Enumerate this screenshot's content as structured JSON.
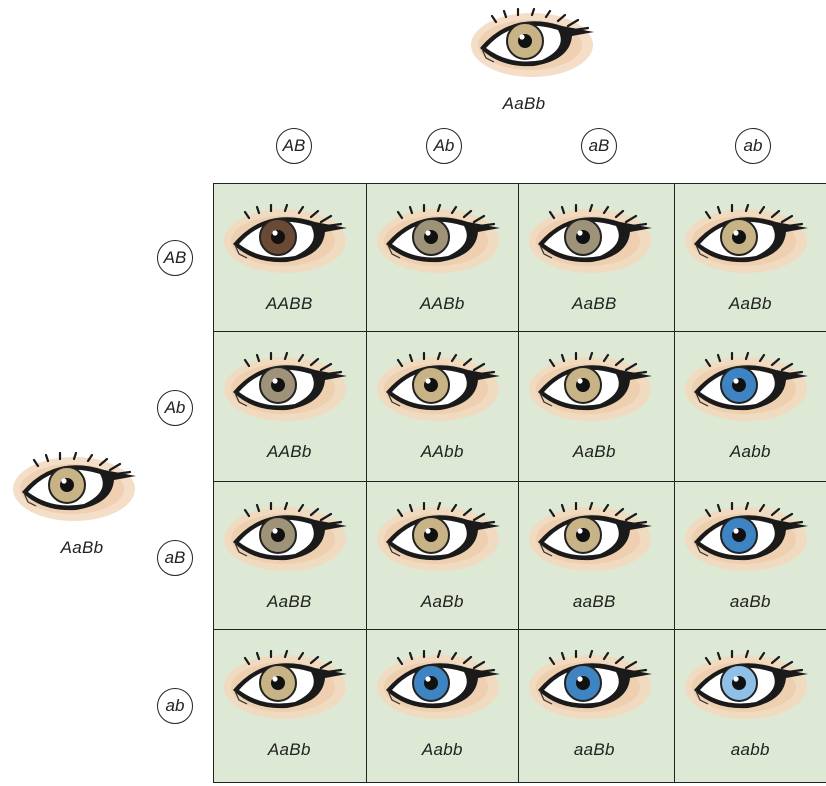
{
  "parents": {
    "top": {
      "genotype": "AaBb",
      "iris_color": "#c8b386"
    },
    "left": {
      "genotype": "AaBb",
      "iris_color": "#c8b386"
    }
  },
  "column_gametes": [
    "AB",
    "Ab",
    "aB",
    "ab"
  ],
  "row_gametes": [
    "AB",
    "Ab",
    "aB",
    "ab"
  ],
  "cells": [
    [
      {
        "genotype": "AABB",
        "iris_color": "#6b4a35"
      },
      {
        "genotype": "AABb",
        "iris_color": "#9e9378"
      },
      {
        "genotype": "AaBB",
        "iris_color": "#9e9378"
      },
      {
        "genotype": "AaBb",
        "iris_color": "#c8b386"
      }
    ],
    [
      {
        "genotype": "AABb",
        "iris_color": "#9e9378"
      },
      {
        "genotype": "AAbb",
        "iris_color": "#c8b386"
      },
      {
        "genotype": "AaBb",
        "iris_color": "#c8b386"
      },
      {
        "genotype": "Aabb",
        "iris_color": "#3f84c2"
      }
    ],
    [
      {
        "genotype": "AaBB",
        "iris_color": "#9e9378"
      },
      {
        "genotype": "AaBb",
        "iris_color": "#c8b386"
      },
      {
        "genotype": "aaBB",
        "iris_color": "#c8b386"
      },
      {
        "genotype": "aaBb",
        "iris_color": "#3f84c2"
      }
    ],
    [
      {
        "genotype": "AaBb",
        "iris_color": "#c8b386"
      },
      {
        "genotype": "Aabb",
        "iris_color": "#3f84c2"
      },
      {
        "genotype": "aaBb",
        "iris_color": "#3f84c2"
      },
      {
        "genotype": "aabb",
        "iris_color": "#8fc1e8"
      }
    ]
  ]
}
